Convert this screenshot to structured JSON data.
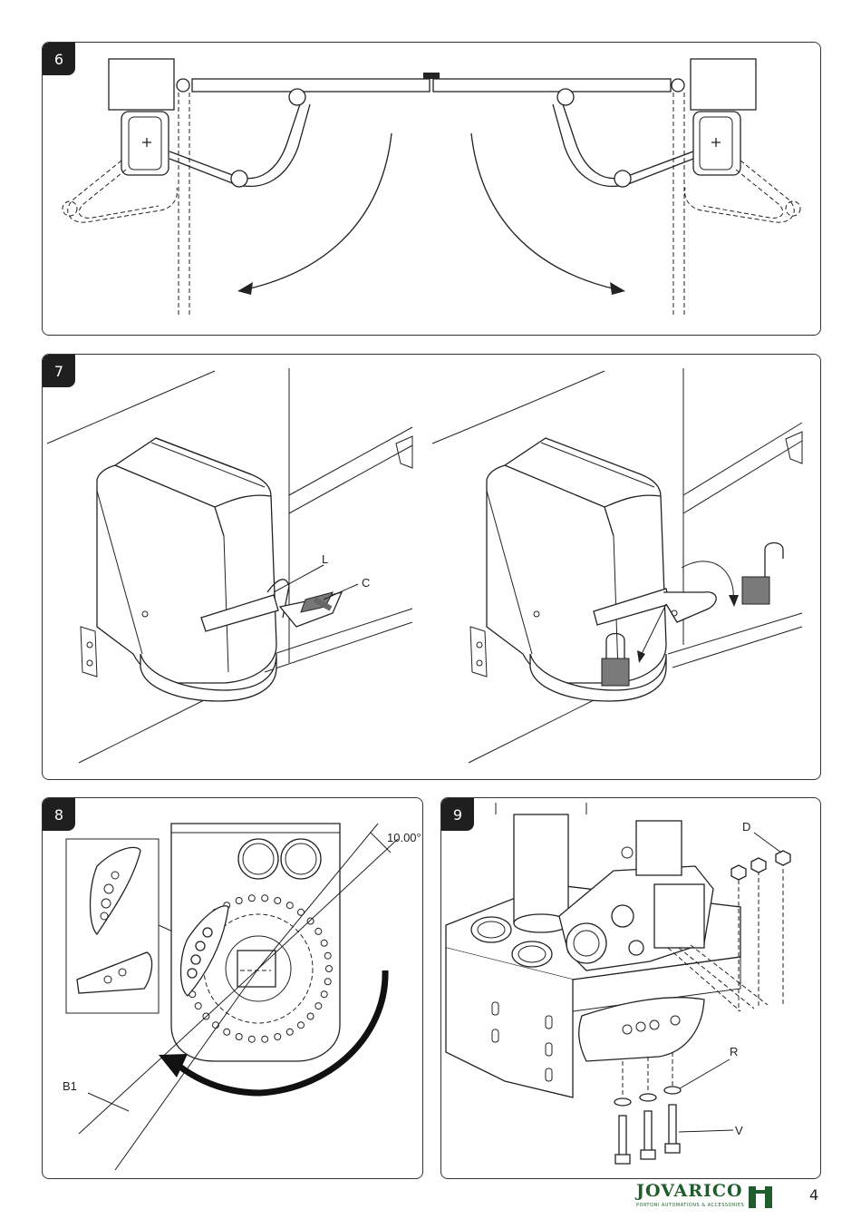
{
  "panels": [
    {
      "number": "6"
    },
    {
      "number": "7",
      "labels": {
        "L": "L",
        "C": "C"
      }
    },
    {
      "number": "8",
      "labels": {
        "angle": "10.00°",
        "B1": "B1"
      }
    },
    {
      "number": "9",
      "labels": {
        "D": "D",
        "R": "R",
        "V": "V"
      }
    }
  ],
  "footer": {
    "logo_text": "JOVARICO",
    "logo_subtitle": "PORTONI AUTOMATIONS & ACCESSORIES",
    "page_number": "4"
  },
  "colors": {
    "logo_green": "#1f5e2c",
    "badge": "#1f1f1f",
    "lock_gray": "#7a7a7a"
  }
}
